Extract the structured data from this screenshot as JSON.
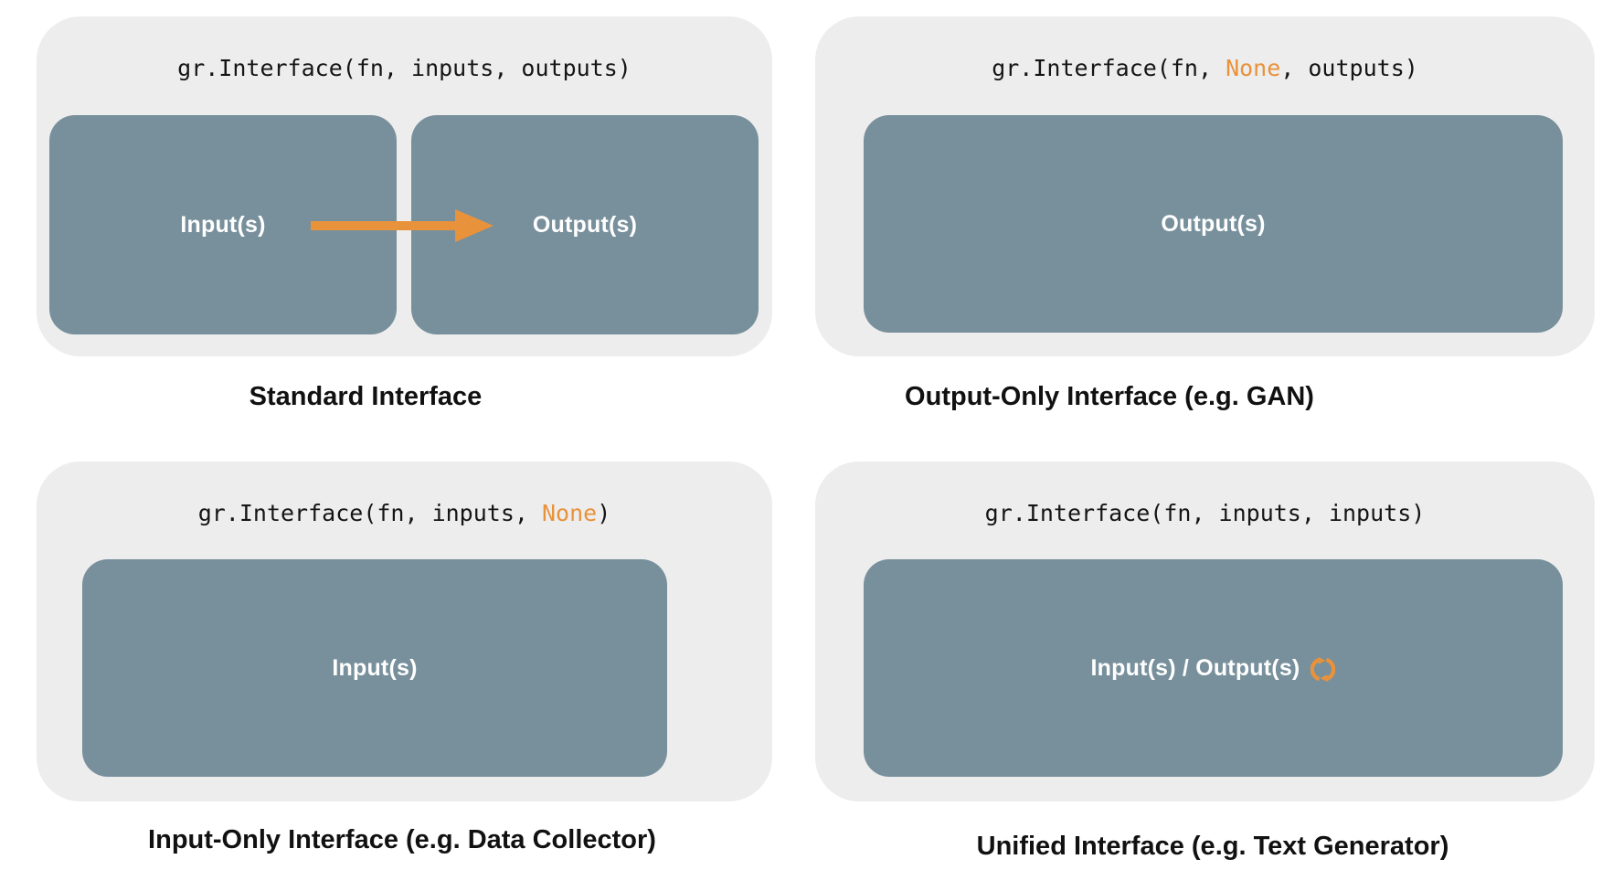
{
  "colors": {
    "panel_bg": "#EDEDED",
    "box_bg": "#78909C",
    "accent_orange": "#E8923C",
    "caption_text": "#111111",
    "code_text": "#151515",
    "box_label_text": "#FFFFFF"
  },
  "panels": [
    {
      "id": "standard",
      "code": {
        "prefix": "gr.Interface(fn, inputs, outputs)",
        "highlight": "",
        "suffix": ""
      },
      "boxes": [
        {
          "label": "Input(s)"
        },
        {
          "label": "Output(s)"
        }
      ],
      "arrow_icon": "right-arrow-icon",
      "caption": "Standard Interface"
    },
    {
      "id": "output_only",
      "code": {
        "prefix": "gr.Interface(fn, ",
        "highlight": "None",
        "suffix": ", outputs)"
      },
      "boxes": [
        {
          "label": "Output(s)"
        }
      ],
      "caption": "Output-Only Interface (e.g. GAN)"
    },
    {
      "id": "input_only",
      "code": {
        "prefix": "gr.Interface(fn, inputs, ",
        "highlight": "None",
        "suffix": ")"
      },
      "boxes": [
        {
          "label": "Input(s)"
        }
      ],
      "caption": "Input-Only Interface (e.g. Data Collector)"
    },
    {
      "id": "unified",
      "code": {
        "prefix": "gr.Interface(fn, inputs, inputs)",
        "highlight": "",
        "suffix": ""
      },
      "boxes": [
        {
          "label": "Input(s) / Output(s)"
        }
      ],
      "cycle_icon": "sync-icon",
      "caption": "Unified Interface (e.g. Text Generator)"
    }
  ]
}
